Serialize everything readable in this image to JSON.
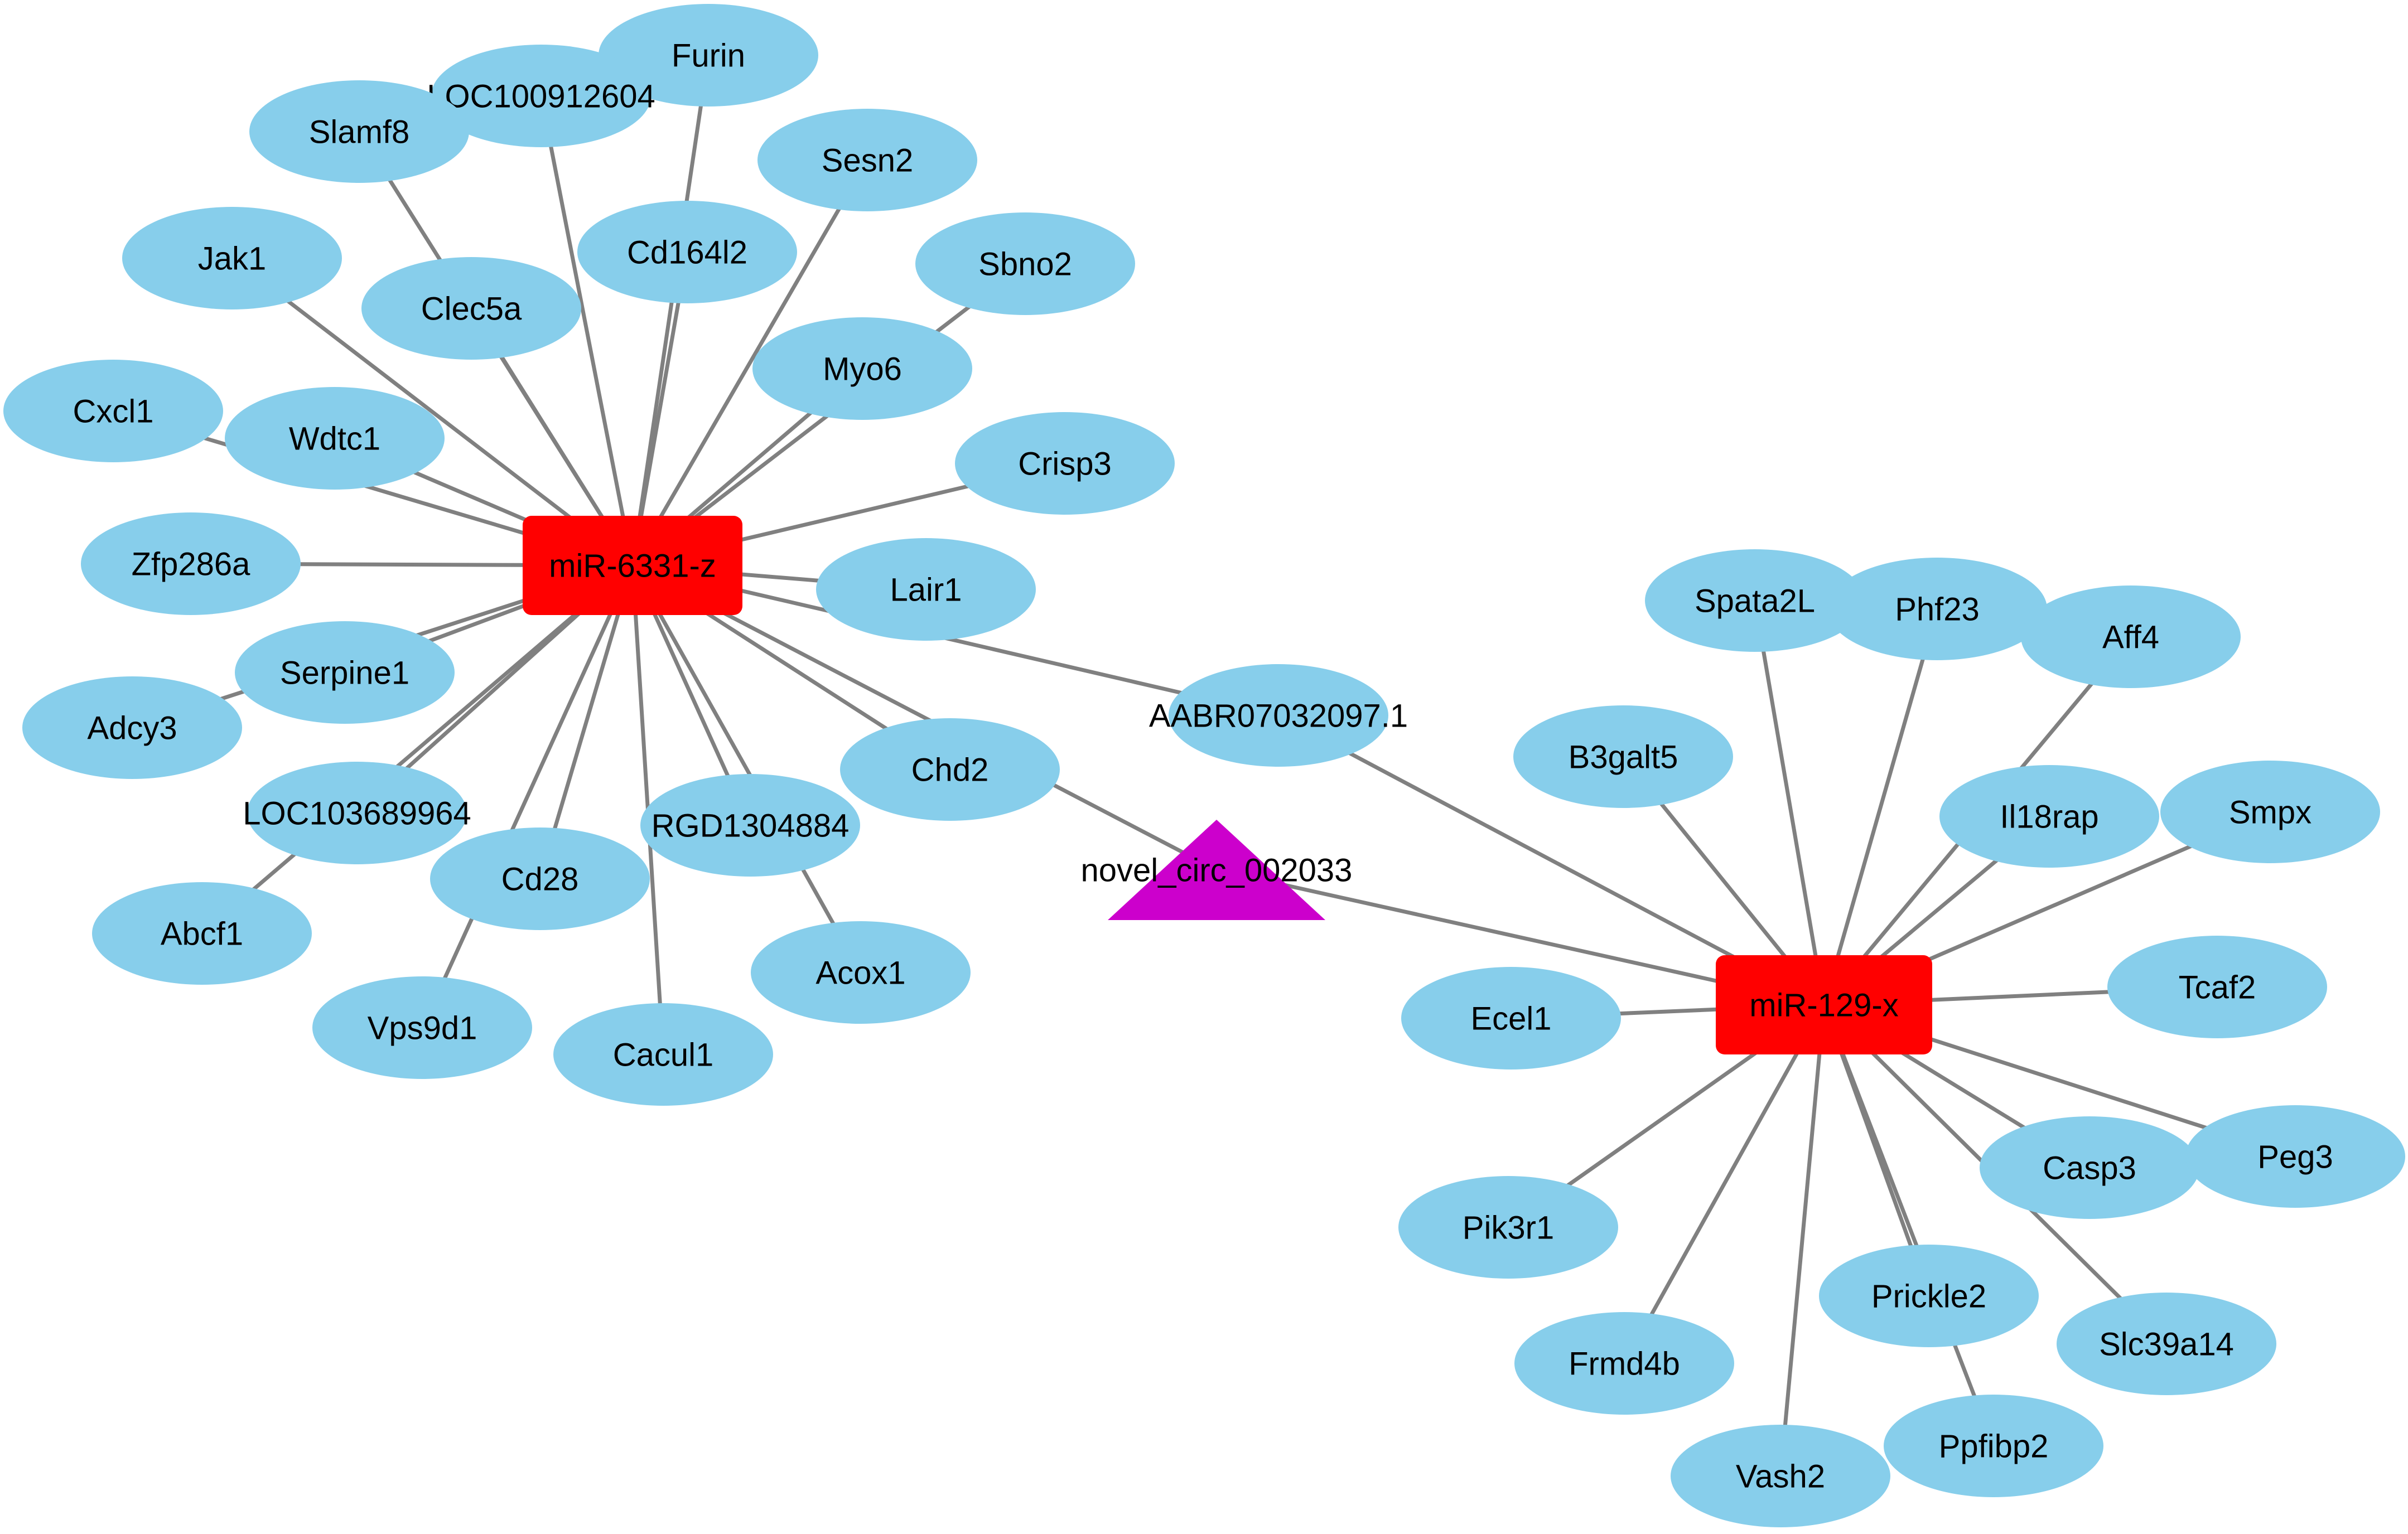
{
  "colors": {
    "edge": "#808080",
    "gene_fill": "#87ceeb",
    "mirna_fill": "#ff0000",
    "circ_fill": "#cc00cc",
    "label": "#000000",
    "background": "#ffffff"
  },
  "hubs": {
    "mir6331": {
      "label": "miR-6331-z"
    },
    "mir129": {
      "label": "miR-129-x"
    },
    "circ": {
      "label": "novel_circ_002033"
    }
  },
  "genes": {
    "furin": "Furin",
    "loc100912604": "LOC100912604",
    "slamf8": "Slamf8",
    "sesn2": "Sesn2",
    "jak1": "Jak1",
    "cd164l2": "Cd164l2",
    "sbno2": "Sbno2",
    "clec5a": "Clec5a",
    "myo6": "Myo6",
    "cxcl1": "Cxcl1",
    "wdtc1": "Wdtc1",
    "crisp3": "Crisp3",
    "zfp286a": "Zfp286a",
    "lair1": "Lair1",
    "serpine1": "Serpine1",
    "adcy3": "Adcy3",
    "chd2": "Chd2",
    "loc103689964": "LOC103689964",
    "rgd1304884": "RGD1304884",
    "cd28": "Cd28",
    "abcf1": "Abcf1",
    "acox1": "Acox1",
    "vps9d1": "Vps9d1",
    "cacul1": "Cacul1",
    "aabr07032097": "AABR07032097.1",
    "spata2l": "Spata2L",
    "phf23": "Phf23",
    "aff4": "Aff4",
    "b3galt5": "B3galt5",
    "il18rap": "Il18rap",
    "smpx": "Smpx",
    "tcaf2": "Tcaf2",
    "ecel1": "Ecel1",
    "casp3": "Casp3",
    "peg3": "Peg3",
    "pik3r1": "Pik3r1",
    "prickle2": "Prickle2",
    "slc39a14": "Slc39a14",
    "frmd4b": "Frmd4b",
    "ppfibp2": "Ppfibp2",
    "vash2": "Vash2"
  },
  "edges": [
    [
      "mir6331",
      "furin"
    ],
    [
      "mir6331",
      "loc100912604"
    ],
    [
      "mir6331",
      "slamf8"
    ],
    [
      "mir6331",
      "sesn2"
    ],
    [
      "mir6331",
      "jak1"
    ],
    [
      "mir6331",
      "cd164l2"
    ],
    [
      "mir6331",
      "sbno2"
    ],
    [
      "mir6331",
      "clec5a"
    ],
    [
      "mir6331",
      "myo6"
    ],
    [
      "mir6331",
      "cxcl1"
    ],
    [
      "mir6331",
      "wdtc1"
    ],
    [
      "mir6331",
      "crisp3"
    ],
    [
      "mir6331",
      "zfp286a"
    ],
    [
      "mir6331",
      "lair1"
    ],
    [
      "mir6331",
      "serpine1"
    ],
    [
      "mir6331",
      "adcy3"
    ],
    [
      "mir6331",
      "chd2"
    ],
    [
      "mir6331",
      "loc103689964"
    ],
    [
      "mir6331",
      "rgd1304884"
    ],
    [
      "mir6331",
      "cd28"
    ],
    [
      "mir6331",
      "abcf1"
    ],
    [
      "mir6331",
      "acox1"
    ],
    [
      "mir6331",
      "vps9d1"
    ],
    [
      "mir6331",
      "cacul1"
    ],
    [
      "mir6331",
      "aabr07032097"
    ],
    [
      "mir6331",
      "circ"
    ],
    [
      "mir129",
      "aabr07032097"
    ],
    [
      "mir129",
      "circ"
    ],
    [
      "mir129",
      "spata2l"
    ],
    [
      "mir129",
      "phf23"
    ],
    [
      "mir129",
      "aff4"
    ],
    [
      "mir129",
      "b3galt5"
    ],
    [
      "mir129",
      "il18rap"
    ],
    [
      "mir129",
      "smpx"
    ],
    [
      "mir129",
      "tcaf2"
    ],
    [
      "mir129",
      "ecel1"
    ],
    [
      "mir129",
      "casp3"
    ],
    [
      "mir129",
      "peg3"
    ],
    [
      "mir129",
      "pik3r1"
    ],
    [
      "mir129",
      "prickle2"
    ],
    [
      "mir129",
      "slc39a14"
    ],
    [
      "mir129",
      "frmd4b"
    ],
    [
      "mir129",
      "ppfibp2"
    ],
    [
      "mir129",
      "vash2"
    ]
  ]
}
